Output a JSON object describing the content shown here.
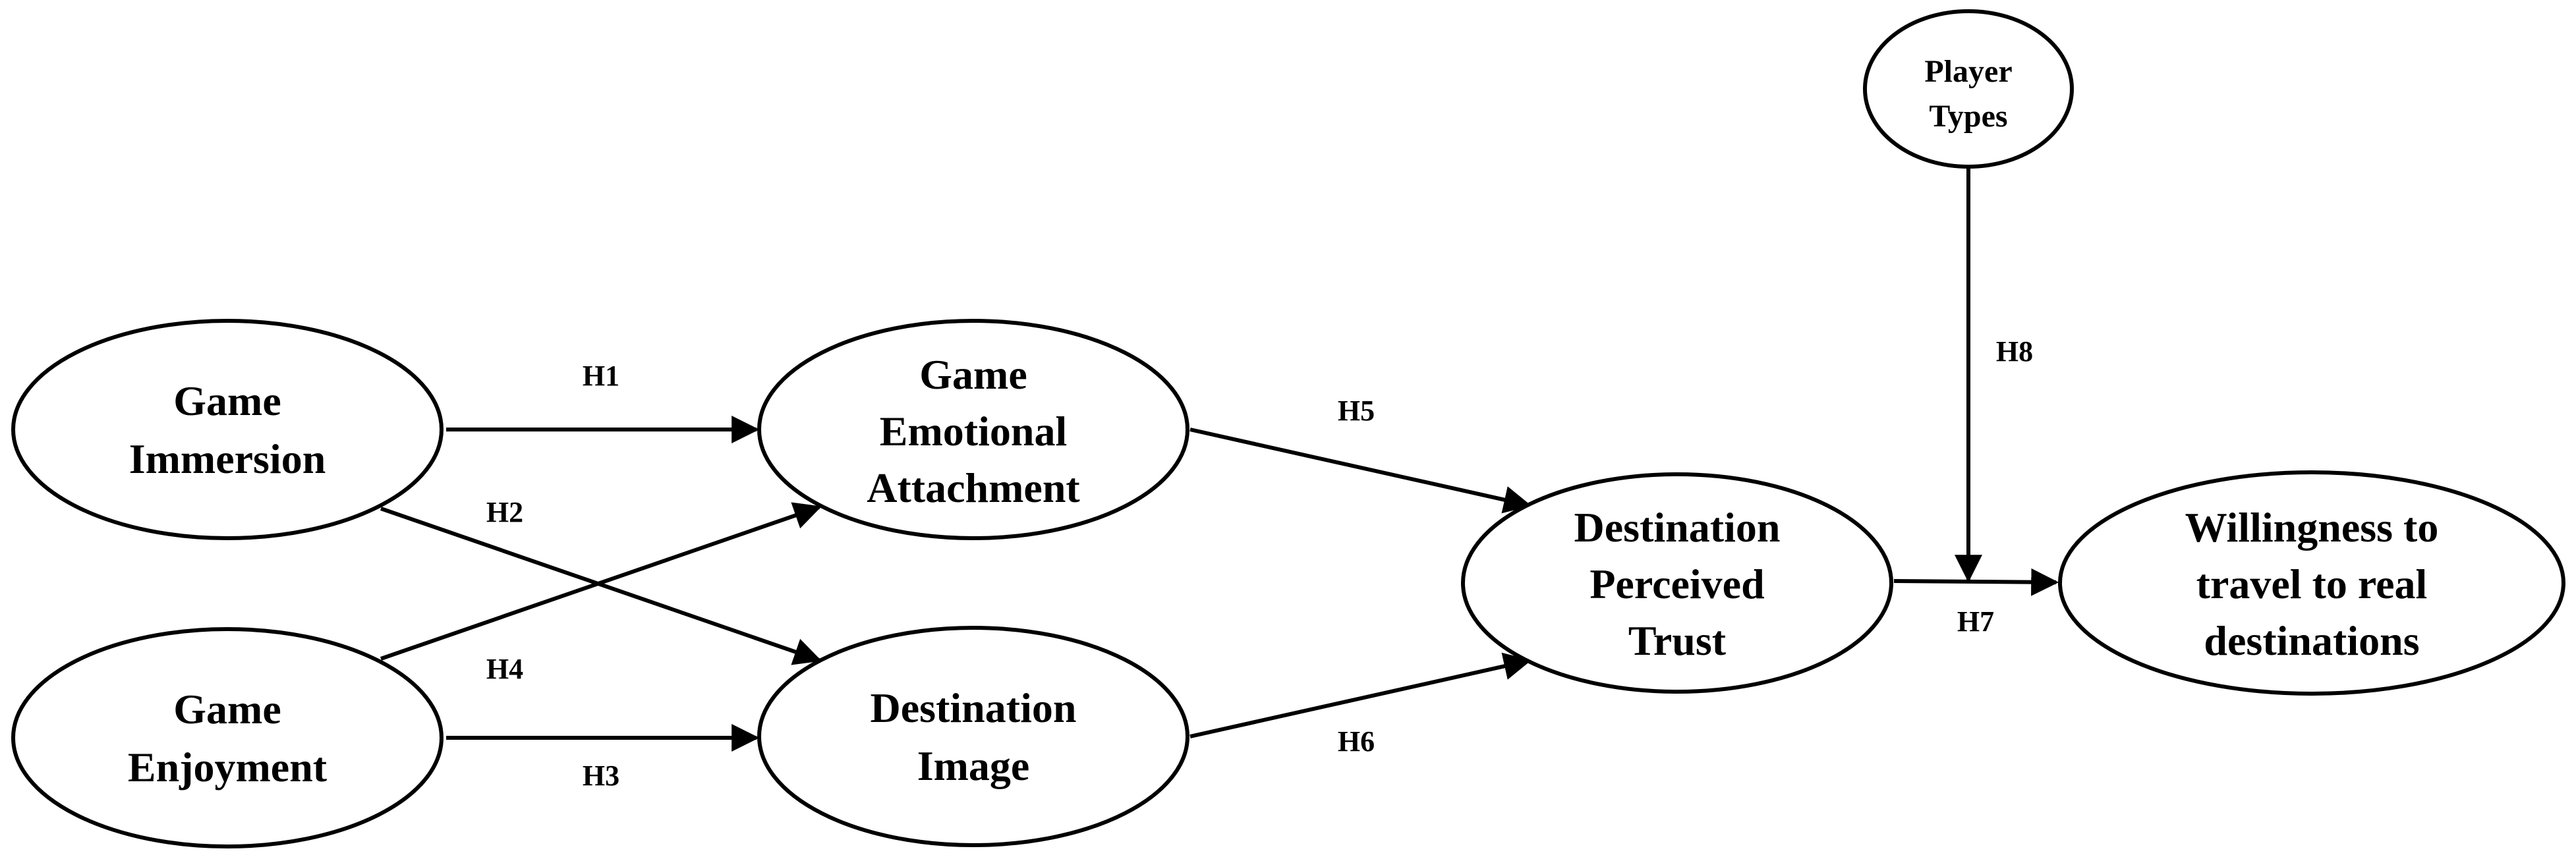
{
  "nodes": {
    "game_immersion": [
      "Game",
      "Immersion"
    ],
    "game_enjoyment": [
      "Game",
      "Enjoyment"
    ],
    "game_emotional_attachment": [
      "Game",
      "Emotional",
      "Attachment"
    ],
    "destination_image": [
      "Destination",
      "Image"
    ],
    "destination_perceived_trust": [
      "Destination",
      "Perceived",
      "Trust"
    ],
    "willingness": [
      "Willingness to",
      "travel to real",
      "destinations"
    ],
    "player_types": [
      "Player",
      "Types"
    ]
  },
  "edges": {
    "h1": "H1",
    "h2": "H2",
    "h3": "H3",
    "h4": "H4",
    "h5": "H5",
    "h6": "H6",
    "h7": "H7",
    "h8": "H8"
  }
}
